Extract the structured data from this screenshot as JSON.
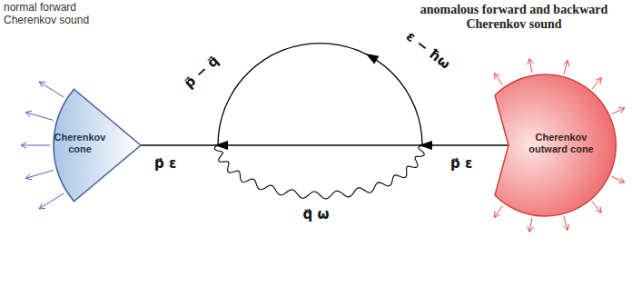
{
  "diagram": {
    "nodes": [
      {
        "text": [
          "Cherenkov cone"
        ]
      },
      {
        "text": [
          "Cherenkov outward cone"
        ]
      }
    ],
    "labels": [
      "normal forward Cherenkov sound",
      "anomalous forward and backward Cherenkov sound",
      "p⃗ ε",
      "p⃗ − q⃗",
      "ε − ħω",
      "q⃗ ω",
      "p⃗ ε"
    ]
  }
}
